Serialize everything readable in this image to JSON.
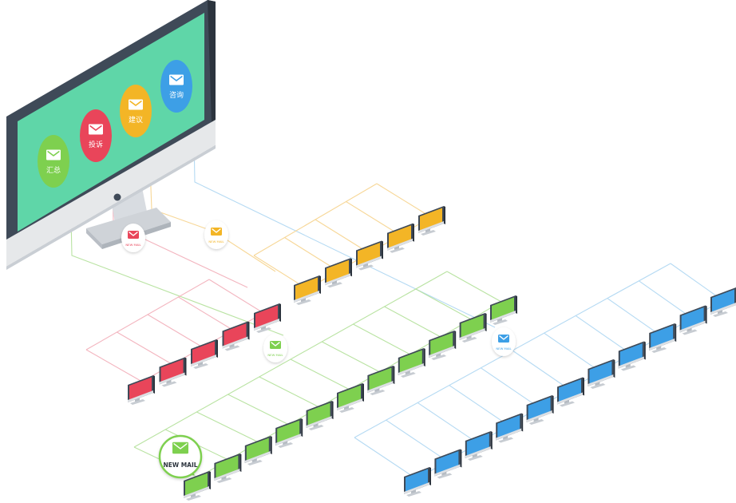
{
  "main_monitor": {
    "screen_color": "#5fd6a8",
    "bezel_color": "#3f4a58",
    "chin_color": "#e6e8ea",
    "stand_color": "#cfd3d8"
  },
  "categories": [
    {
      "id": "green",
      "label": "汇总",
      "color": "#7ed04f",
      "line": "#b9e3a2"
    },
    {
      "id": "red",
      "label": "投诉",
      "color": "#e9455a",
      "line": "#f3b5bf"
    },
    {
      "id": "yellow",
      "label": "建议",
      "color": "#f3b526",
      "line": "#f7d797"
    },
    {
      "id": "blue",
      "label": "咨询",
      "color": "#3d9fe6",
      "line": "#b5daf3"
    }
  ],
  "bubbles": {
    "mini_label": "NEW MAIL",
    "callout_label": "NEW MAIL"
  }
}
